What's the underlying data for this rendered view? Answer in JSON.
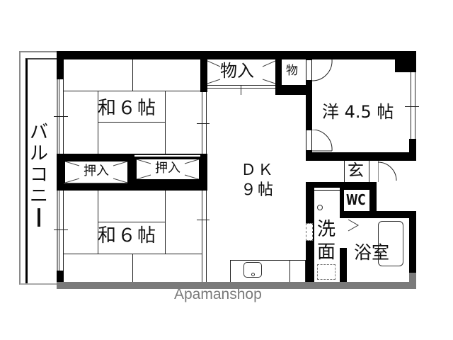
{
  "floorplan": {
    "rooms": {
      "washitsu_top": {
        "label": "和６帖",
        "type": "Japanese-style room",
        "size_jo": "6"
      },
      "washitsu_bottom": {
        "label": "和６帖",
        "type": "Japanese-style room",
        "size_jo": "6"
      },
      "dk": {
        "label_line1": "ＤＫ",
        "label_line2": "９帖",
        "type": "Dining kitchen",
        "size_jo": "9"
      },
      "yoshitsu": {
        "label": "洋 4.5 帖",
        "type": "Western-style room",
        "size_jo": "4.5"
      },
      "balcony": {
        "label_chars": [
          "バ",
          "ル",
          "コ",
          "ニ",
          "ー"
        ],
        "label": "バルコニー"
      },
      "genkan": {
        "label": "玄"
      },
      "wc": {
        "label": "WC"
      },
      "senmen": {
        "label_line1": "洗",
        "label_line2": "面"
      },
      "bathroom": {
        "label": "浴室"
      }
    },
    "storage": {
      "monoire_large": {
        "label": "物入"
      },
      "mono_small": {
        "label": "物"
      },
      "oshiire_left": {
        "label": "押入"
      },
      "oshiire_right": {
        "label": "押入"
      }
    },
    "colors": {
      "wall": "#000000",
      "background": "#ffffff",
      "watermark": "#7a7a7a",
      "frame": "#7a7a7a"
    }
  },
  "watermark": {
    "text": "Apamanshop"
  }
}
